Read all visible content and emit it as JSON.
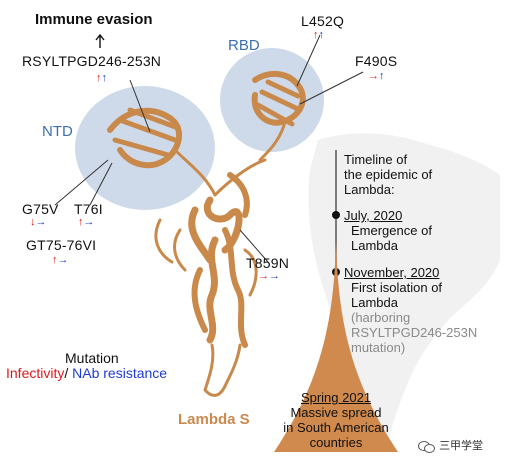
{
  "title": "Immune evasion",
  "domains": {
    "ntd": "NTD",
    "rbd": "RBD"
  },
  "protein_label": "Lambda S",
  "mutations": {
    "rsyltpgd": "RSYLTPGD246-253N",
    "l452q": "L452Q",
    "f490s": "F490S",
    "g75v": "G75V",
    "t76i": "T76I",
    "gt75": "GT75-76VI",
    "t859n": "T859N"
  },
  "legend": {
    "title": "Mutation",
    "infectivity": "Infectivity",
    "separator": "/",
    "nab": " NAb resistance"
  },
  "timeline": {
    "heading": [
      "Timeline of",
      "the epidemic of",
      "Lambda:"
    ],
    "event1": {
      "date": "July, 2020",
      "lines": [
        "Emergence of",
        "Lambda"
      ]
    },
    "event2": {
      "date": "November, 2020",
      "lines": [
        "First isolation of",
        "Lambda"
      ],
      "note": [
        "(harboring",
        "RSYLTPGD246-253N",
        "mutation)"
      ]
    },
    "event3": {
      "lines": [
        "Spring 2021",
        "Massive spread",
        "in South American",
        "countries"
      ]
    }
  },
  "watermark": "三甲学堂",
  "colors": {
    "infectivity": "#e0191b",
    "nab": "#1f3cd0",
    "domain_fill": "#c5d3e6",
    "protein": "#c9894a",
    "cone": "#d08a4d",
    "domain_label": "#3d6fb0",
    "lambda_label": "#c98a4e"
  },
  "icons": {
    "up_arrow": "↑",
    "down_arrow": "↓",
    "watermark_icon": "wechat-icon"
  }
}
